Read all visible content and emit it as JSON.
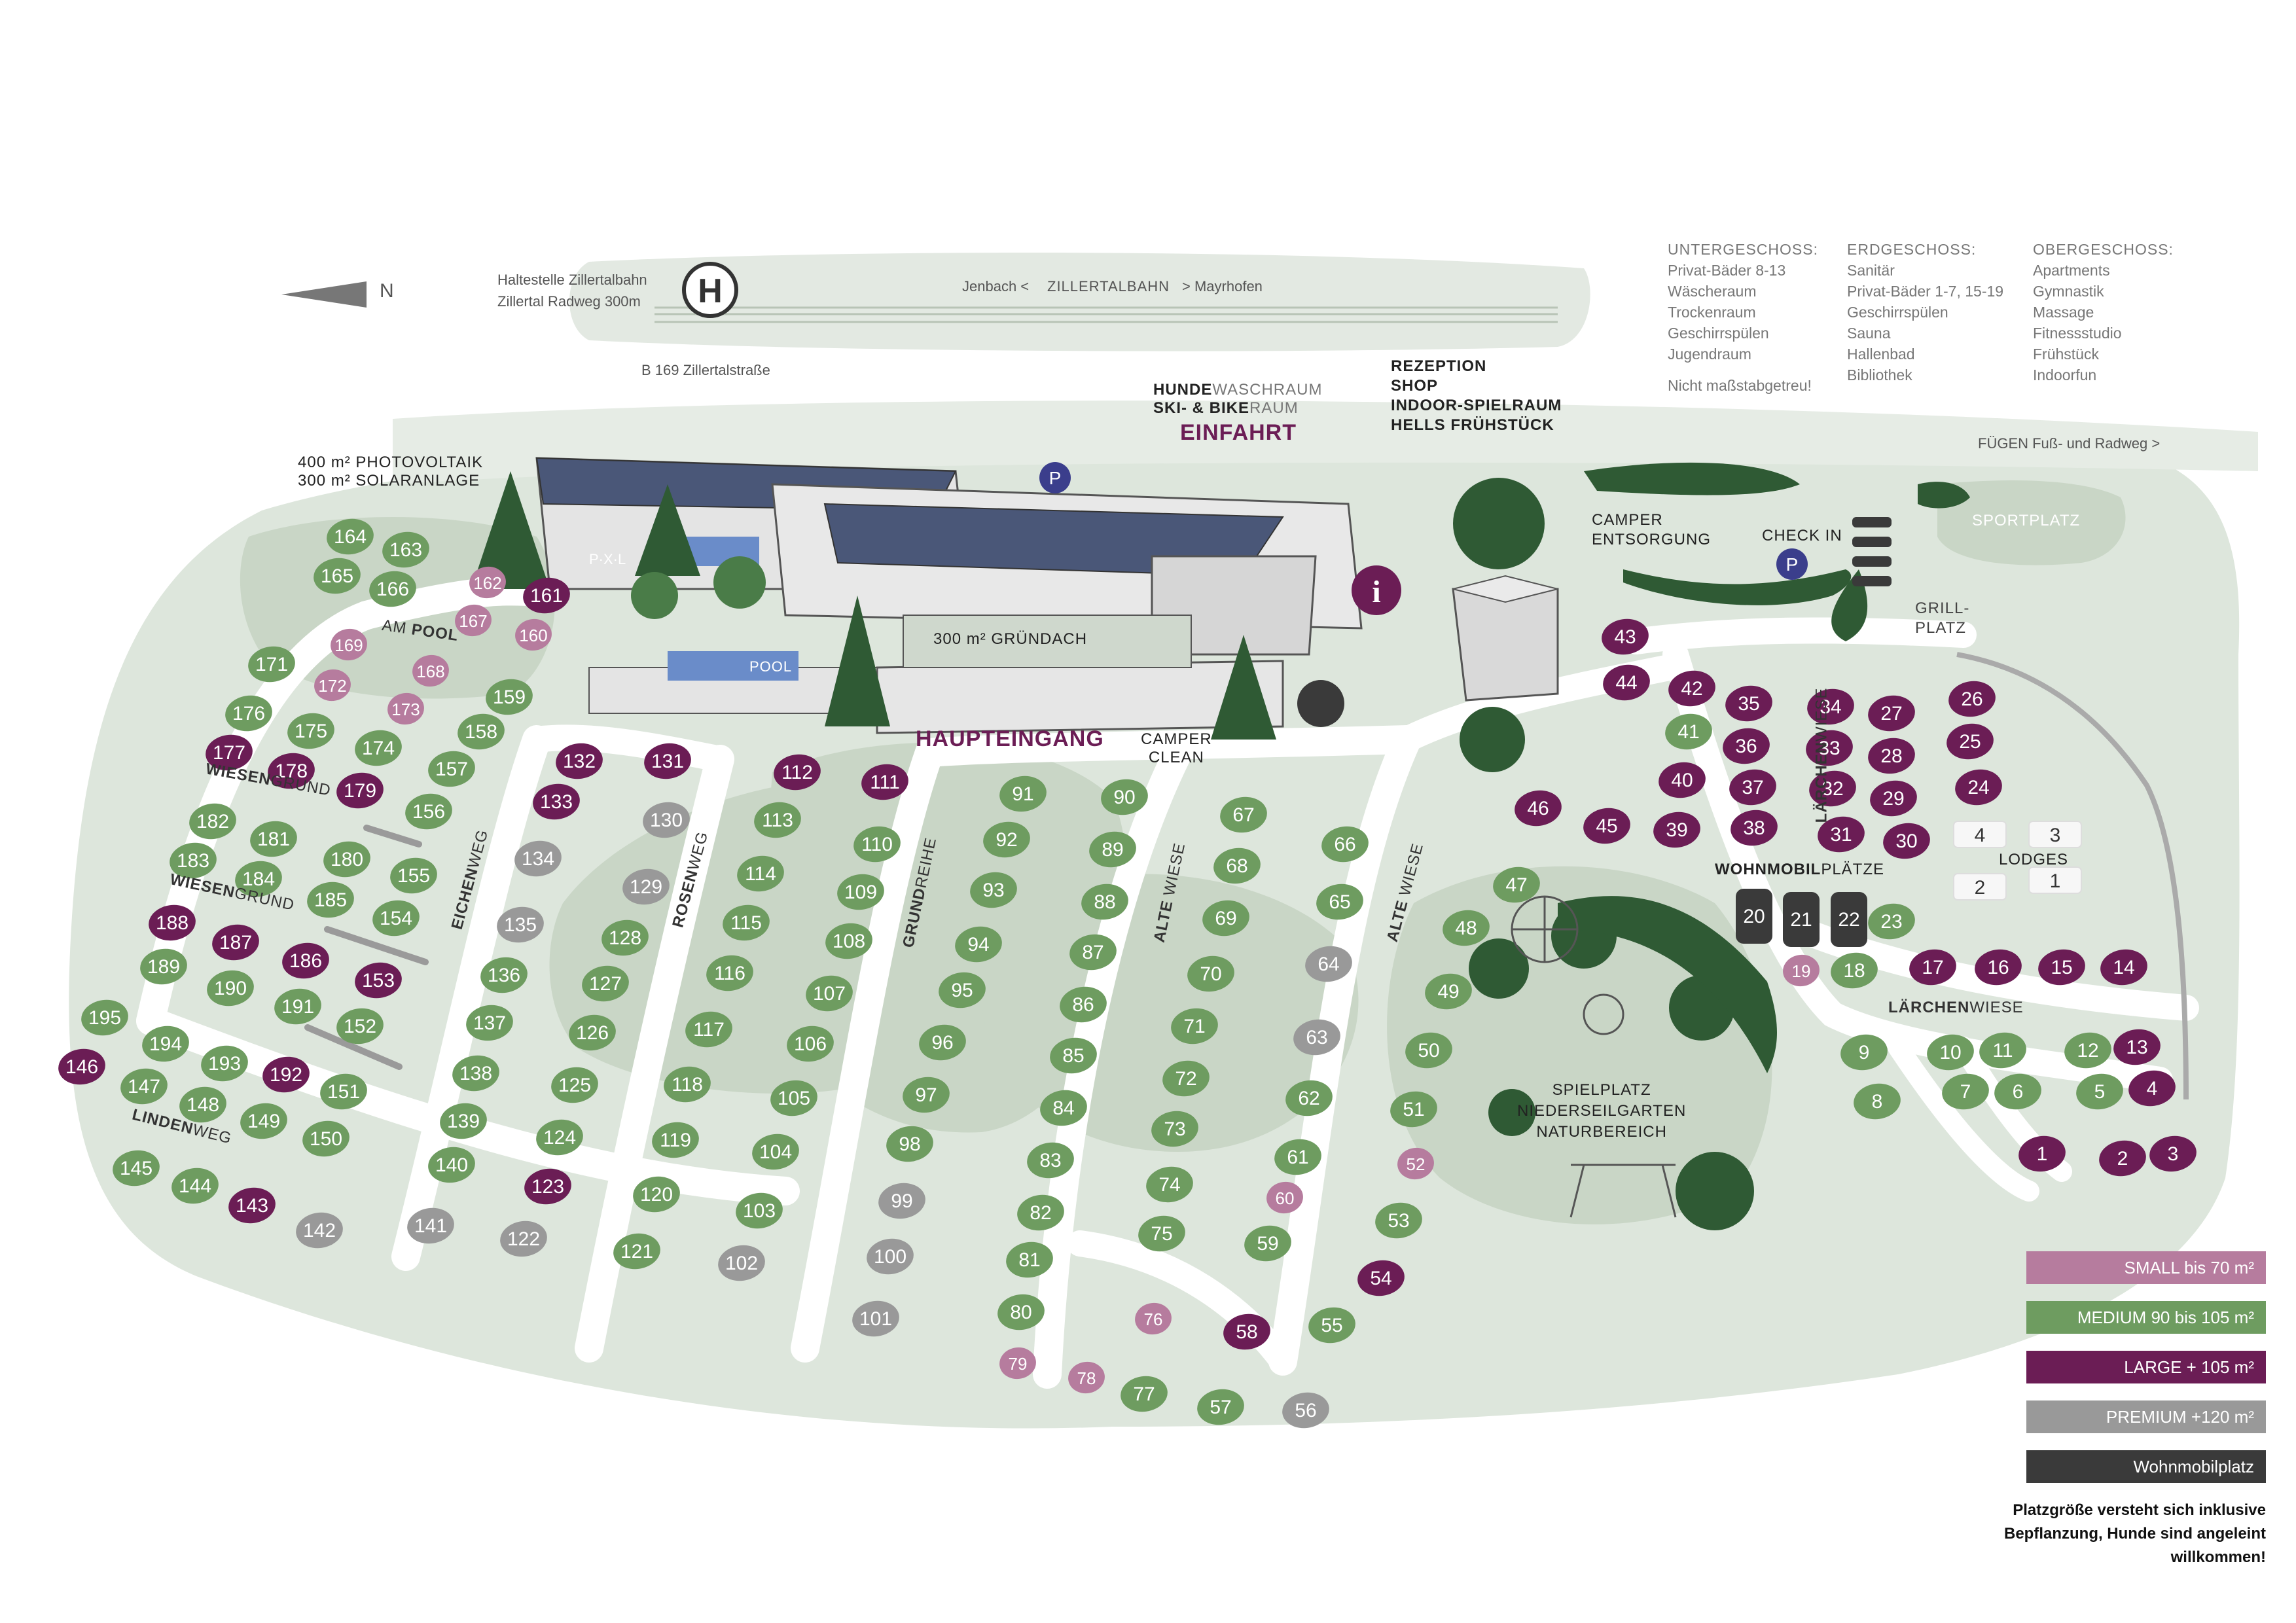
{
  "north": "N",
  "railway": {
    "stop_line1": "Haltestelle Zillertalbahn",
    "stop_line2": "Zillertal Radweg 300m",
    "stop_symbol": "H",
    "left": "Jenbach",
    "name": "ZILLERTALBAHN",
    "right": "Mayrhofen",
    "road": "B 169 Zillertalstraße"
  },
  "floors": {
    "untergeschoss": {
      "title": "UNTERGESCHOSS:",
      "items": [
        "Privat-Bäder 8-13",
        "Wäscheraum",
        "Trockenraum",
        "Geschirrspülen",
        "Jugendraum"
      ]
    },
    "erdgeschoss": {
      "title": "ERDGESCHOSS:",
      "items": [
        "Sanitär",
        "Privat-Bäder 1-7, 15-19",
        "Geschirrspülen",
        "Sauna",
        "Hallenbad",
        "Bibliothek"
      ]
    },
    "obergeschoss": {
      "title": "OBERGESCHOSS:",
      "items": [
        "Apartments",
        "Gymnastik",
        "Massage",
        "Fitnessstudio",
        "Frühstück",
        "Indoorfun"
      ]
    },
    "note": "Nicht maßstabgetreu!"
  },
  "labels": {
    "photovoltaik1": "400 m² PHOTOVOLTAIK",
    "photovoltaik2": "300 m² SOLARANLAGE",
    "hunde_a": "HUNDE",
    "hunde_b": "WASCHRAUM",
    "ski_a": "SKI- & BIKE",
    "ski_b": "RAUM",
    "einfahrt": "EINFAHRT",
    "rezeption": "REZEPTION",
    "shop": "SHOP",
    "indoor": "INDOOR-SPIELRAUM",
    "hells": "HELLS FRÜHSTÜCK",
    "radweg": "FÜGEN Fuß- und Radweg",
    "camper_entsorgung1": "CAMPER",
    "camper_entsorgung2": "ENTSORGUNG",
    "checkin": "CHECK IN",
    "sportplatz": "SPORTPLATZ",
    "grillplatz1": "GRILL-",
    "grillplatz2": "PLATZ",
    "pxl": "P·X·L",
    "pool": "POOL",
    "gruendach": "300 m² GRÜNDACH",
    "haupteingang": "HAUPTEINGANG",
    "camper_clean1": "CAMPER",
    "camper_clean2": "CLEAN",
    "parking": "P",
    "info": "i",
    "wohnmobil_a": "WOHNMOBIL",
    "wohnmobil_b": "PLÄTZE",
    "lodges": "LODGES",
    "spielplatz1": "SPIELPLATZ",
    "spielplatz2": "NIEDERSEILGARTEN",
    "spielplatz3": "NATURBEREICH"
  },
  "streets": {
    "am_pool_a": "AM ",
    "am_pool_b": "POOL",
    "wiesengrund1_a": "WIESEN",
    "wiesengrund1_b": "GRUND",
    "wiesengrund2_a": "WIESEN",
    "wiesengrund2_b": "GRUND",
    "lindenweg_a": "LINDEN",
    "lindenweg_b": "WEG",
    "eichenweg_a": "EICHEN",
    "eichenweg_b": "WEG",
    "rosenweg_a": "ROSEN",
    "rosenweg_b": "WEG",
    "grundreihe_a": "GRUND",
    "grundreihe_b": "REIHE",
    "alte_wiese1_a": "ALTE",
    "alte_wiese1_b": " WIESE",
    "alte_wiese2_a": "ALTE",
    "alte_wiese2_b": " WIESE",
    "laerchenwiese1_a": "LÄRCHEN",
    "laerchenwiese1_b": "WIESE",
    "laerchenwiese2_a": "LÄRCHEN",
    "laerchenwiese2_b": "WIESE"
  },
  "legend": {
    "small": "SMALL bis 70 m²",
    "medium": "MEDIUM 90 bis 105 m²",
    "large": "LARGE + 105 m²",
    "premium": "PREMIUM +120 m²",
    "wohnmobil": "Wohnmobilplatz",
    "note1": "Platzgröße versteht sich inklusive",
    "note2": "Bepflanzung, Hunde sind angeleint",
    "note3": "willkommen!"
  },
  "colors": {
    "small": "#b67c9e",
    "medium": "#6e9c60",
    "large": "#6b1d55",
    "premium": "#999999",
    "wohnmobil": "#3a3a3a",
    "ground": "#dde6dc",
    "tree": "#2f5a34",
    "parking": "#3b3e8c"
  },
  "pitches": [
    [
      "164",
      "M"
    ],
    [
      "165",
      "M"
    ],
    [
      "163",
      "M"
    ],
    [
      "166",
      "M"
    ],
    [
      "162",
      "S"
    ],
    [
      "161",
      "L"
    ],
    [
      "167",
      "S"
    ],
    [
      "160",
      "S"
    ],
    [
      "169",
      "S"
    ],
    [
      "171",
      "M"
    ],
    [
      "172",
      "S"
    ],
    [
      "168",
      "S"
    ],
    [
      "176",
      "M"
    ],
    [
      "173",
      "S"
    ],
    [
      "159",
      "M"
    ],
    [
      "175",
      "M"
    ],
    [
      "158",
      "M"
    ],
    [
      "174",
      "M"
    ],
    [
      "177",
      "L"
    ],
    [
      "178",
      "L"
    ],
    [
      "179",
      "L"
    ],
    [
      "157",
      "M"
    ],
    [
      "156",
      "M"
    ],
    [
      "182",
      "M"
    ],
    [
      "181",
      "M"
    ],
    [
      "183",
      "M"
    ],
    [
      "184",
      "M"
    ],
    [
      "180",
      "M"
    ],
    [
      "155",
      "M"
    ],
    [
      "185",
      "M"
    ],
    [
      "154",
      "M"
    ],
    [
      "188",
      "L"
    ],
    [
      "187",
      "L"
    ],
    [
      "186",
      "L"
    ],
    [
      "153",
      "L"
    ],
    [
      "189",
      "M"
    ],
    [
      "190",
      "M"
    ],
    [
      "191",
      "M"
    ],
    [
      "152",
      "M"
    ],
    [
      "195",
      "M"
    ],
    [
      "194",
      "M"
    ],
    [
      "193",
      "M"
    ],
    [
      "192",
      "L"
    ],
    [
      "151",
      "M"
    ],
    [
      "146",
      "L"
    ],
    [
      "147",
      "M"
    ],
    [
      "148",
      "M"
    ],
    [
      "149",
      "M"
    ],
    [
      "150",
      "M"
    ],
    [
      "145",
      "M"
    ],
    [
      "144",
      "M"
    ],
    [
      "143",
      "L"
    ],
    [
      "142",
      "P"
    ],
    [
      "132",
      "L"
    ],
    [
      "131",
      "L"
    ],
    [
      "133",
      "L"
    ],
    [
      "130",
      "P"
    ],
    [
      "134",
      "P"
    ],
    [
      "129",
      "P"
    ],
    [
      "135",
      "P"
    ],
    [
      "128",
      "M"
    ],
    [
      "136",
      "M"
    ],
    [
      "127",
      "M"
    ],
    [
      "137",
      "M"
    ],
    [
      "126",
      "M"
    ],
    [
      "138",
      "M"
    ],
    [
      "125",
      "M"
    ],
    [
      "139",
      "M"
    ],
    [
      "124",
      "M"
    ],
    [
      "140",
      "M"
    ],
    [
      "123",
      "L"
    ],
    [
      "141",
      "P"
    ],
    [
      "122",
      "P"
    ],
    [
      "112",
      "L"
    ],
    [
      "111",
      "L"
    ],
    [
      "113",
      "M"
    ],
    [
      "110",
      "M"
    ],
    [
      "114",
      "M"
    ],
    [
      "109",
      "M"
    ],
    [
      "115",
      "M"
    ],
    [
      "108",
      "M"
    ],
    [
      "116",
      "M"
    ],
    [
      "107",
      "M"
    ],
    [
      "117",
      "M"
    ],
    [
      "106",
      "M"
    ],
    [
      "118",
      "M"
    ],
    [
      "105",
      "M"
    ],
    [
      "119",
      "M"
    ],
    [
      "104",
      "M"
    ],
    [
      "120",
      "M"
    ],
    [
      "103",
      "M"
    ],
    [
      "121",
      "M"
    ],
    [
      "102",
      "P"
    ],
    [
      "91",
      "M"
    ],
    [
      "90",
      "M"
    ],
    [
      "92",
      "M"
    ],
    [
      "89",
      "M"
    ],
    [
      "93",
      "M"
    ],
    [
      "88",
      "M"
    ],
    [
      "94",
      "M"
    ],
    [
      "87",
      "M"
    ],
    [
      "95",
      "M"
    ],
    [
      "86",
      "M"
    ],
    [
      "96",
      "M"
    ],
    [
      "85",
      "M"
    ],
    [
      "97",
      "M"
    ],
    [
      "84",
      "M"
    ],
    [
      "98",
      "M"
    ],
    [
      "83",
      "M"
    ],
    [
      "99",
      "P"
    ],
    [
      "82",
      "M"
    ],
    [
      "100",
      "P"
    ],
    [
      "81",
      "M"
    ],
    [
      "101",
      "P"
    ],
    [
      "80",
      "M"
    ],
    [
      "79",
      "S"
    ],
    [
      "78",
      "S"
    ],
    [
      "77",
      "M"
    ],
    [
      "76",
      "S"
    ],
    [
      "57",
      "M"
    ],
    [
      "56",
      "P"
    ],
    [
      "58",
      "L"
    ],
    [
      "55",
      "M"
    ],
    [
      "67",
      "M"
    ],
    [
      "66",
      "M"
    ],
    [
      "68",
      "M"
    ],
    [
      "65",
      "M"
    ],
    [
      "69",
      "M"
    ],
    [
      "64",
      "P"
    ],
    [
      "70",
      "M"
    ],
    [
      "63",
      "P"
    ],
    [
      "71",
      "M"
    ],
    [
      "72",
      "M"
    ],
    [
      "62",
      "M"
    ],
    [
      "73",
      "M"
    ],
    [
      "61",
      "M"
    ],
    [
      "74",
      "M"
    ],
    [
      "60",
      "S"
    ],
    [
      "75",
      "M"
    ],
    [
      "59",
      "M"
    ],
    [
      "47",
      "M"
    ],
    [
      "48",
      "M"
    ],
    [
      "49",
      "M"
    ],
    [
      "50",
      "M"
    ],
    [
      "51",
      "M"
    ],
    [
      "52",
      "S"
    ],
    [
      "53",
      "M"
    ],
    [
      "54",
      "L"
    ],
    [
      "43",
      "L"
    ],
    [
      "44",
      "L"
    ],
    [
      "42",
      "L"
    ],
    [
      "35",
      "L"
    ],
    [
      "34",
      "L"
    ],
    [
      "27",
      "L"
    ],
    [
      "26",
      "L"
    ],
    [
      "41",
      "M"
    ],
    [
      "36",
      "L"
    ],
    [
      "33",
      "L"
    ],
    [
      "28",
      "L"
    ],
    [
      "25",
      "L"
    ],
    [
      "40",
      "L"
    ],
    [
      "37",
      "L"
    ],
    [
      "32",
      "L"
    ],
    [
      "29",
      "L"
    ],
    [
      "24",
      "L"
    ],
    [
      "46",
      "L"
    ],
    [
      "45",
      "L"
    ],
    [
      "39",
      "L"
    ],
    [
      "38",
      "L"
    ],
    [
      "31",
      "L"
    ],
    [
      "30",
      "L"
    ],
    [
      "20",
      "W"
    ],
    [
      "21",
      "W"
    ],
    [
      "22",
      "W"
    ],
    [
      "23",
      "M"
    ],
    [
      "19",
      "S"
    ],
    [
      "18",
      "M"
    ],
    [
      "17",
      "L"
    ],
    [
      "16",
      "L"
    ],
    [
      "15",
      "L"
    ],
    [
      "14",
      "L"
    ],
    [
      "9",
      "M"
    ],
    [
      "10",
      "M"
    ],
    [
      "11",
      "M"
    ],
    [
      "12",
      "M"
    ],
    [
      "13",
      "L"
    ],
    [
      "8",
      "M"
    ],
    [
      "7",
      "M"
    ],
    [
      "6",
      "M"
    ],
    [
      "5",
      "M"
    ],
    [
      "4",
      "L"
    ],
    [
      "1",
      "L"
    ],
    [
      "2",
      "L"
    ],
    [
      "3",
      "L"
    ]
  ],
  "lodges_numbers": [
    "4",
    "3",
    "2",
    "1"
  ]
}
